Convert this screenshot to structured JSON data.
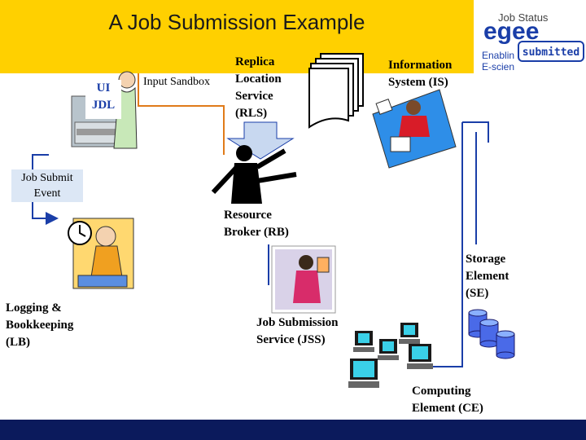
{
  "slide": {
    "title": "A Job Submission Example"
  },
  "logo": {
    "brand": "egee",
    "tag_line_1": "Enablin",
    "tag_line_2": "E-scien"
  },
  "job_status": {
    "label": "Job Status",
    "value": "submitted"
  },
  "ui_box": {
    "line1": "UI",
    "line2": "JDL"
  },
  "labels": {
    "input_sandbox": "Input Sandbox",
    "rls": [
      "Replica",
      "Location",
      "Service",
      "(RLS)"
    ],
    "is": [
      "Information",
      "System (IS)"
    ],
    "job_submit_event": [
      "Job Submit",
      "Event"
    ],
    "rb": [
      "Resource",
      "Broker (RB)"
    ],
    "se": [
      "Storage",
      "Element",
      "(SE)"
    ],
    "lb": [
      "Logging &",
      "Bookkeeping",
      "(LB)"
    ],
    "jss": [
      "Job Submission",
      "Service (JSS)"
    ],
    "ce": [
      "Computing",
      "Element (CE)"
    ]
  },
  "colors": {
    "header": "#ffd000",
    "accent_blue": "#1a3ea8",
    "arrow_fill": "#c8d8f0",
    "footer": "#0b1a5c"
  }
}
